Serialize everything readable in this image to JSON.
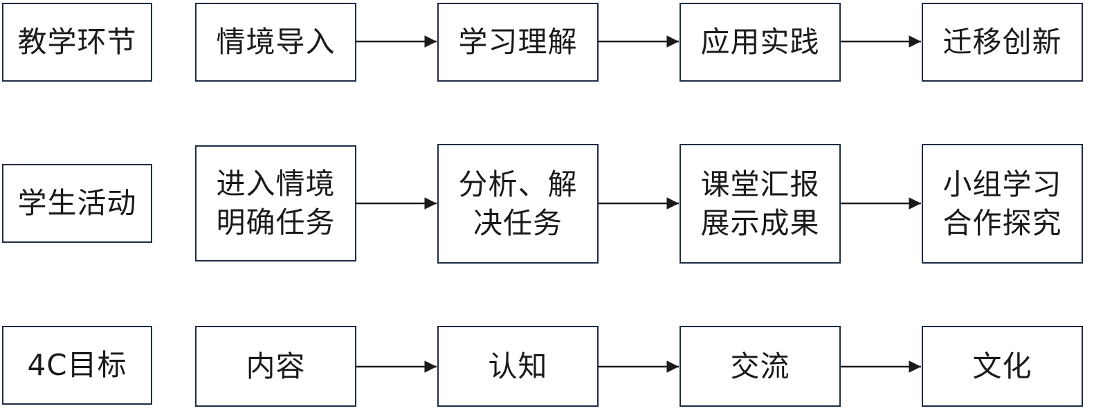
{
  "colors": {
    "border": "#1f2a44",
    "arrow": "#1a1a1a",
    "text": "#1a1a1a",
    "background": "#ffffff"
  },
  "rows": [
    {
      "label": "教学环节",
      "steps": [
        "情境导入",
        "学习理解",
        "应用实践",
        "迁移创新"
      ]
    },
    {
      "label": "学生活动",
      "steps": [
        "进入情境\n明确任务",
        "分析、解\n决任务",
        "课堂汇报\n展示成果",
        "小组学习\n合作探究"
      ]
    },
    {
      "label": "4C目标",
      "steps": [
        "内容",
        "认知",
        "交流",
        "文化"
      ]
    }
  ]
}
